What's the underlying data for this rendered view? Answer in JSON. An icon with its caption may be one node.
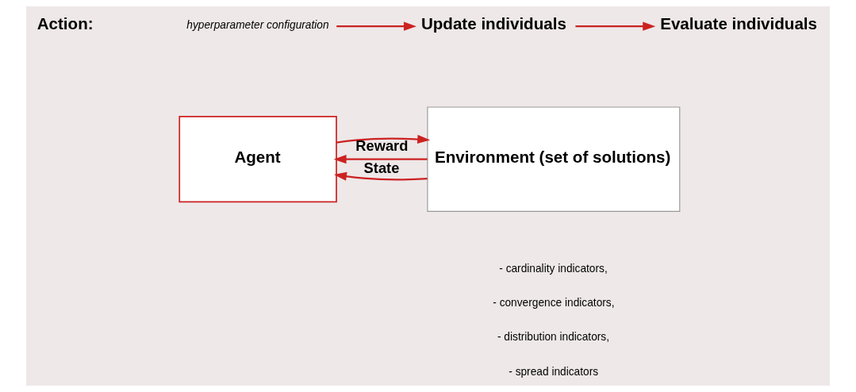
{
  "diagram": {
    "nodes": [
      {
        "text": [
          "hyperparameter configuration"
        ]
      },
      {
        "text": [
          "Update individuals"
        ]
      },
      {
        "text": [
          "Evaluate individuals"
        ]
      },
      {
        "text": [
          "Agent"
        ]
      },
      {
        "text": [
          "Environment (set of solutions)"
        ]
      }
    ],
    "edges": [
      {
        "from": 0,
        "to": 1,
        "arrow": "to"
      },
      {
        "from": 1,
        "to": 2,
        "arrow": "to"
      },
      {
        "from": 3,
        "to": 4,
        "arrow": "to"
      },
      {
        "from": 4,
        "to": 3,
        "arrow": "to",
        "label": "Reward"
      },
      {
        "from": 4,
        "to": 3,
        "arrow": "to",
        "label": "State"
      }
    ],
    "labels": [
      "Action:",
      "- cardinality indicators,",
      "- convergence indicators,",
      "- distribution indicators,",
      "- spread indicators"
    ]
  }
}
